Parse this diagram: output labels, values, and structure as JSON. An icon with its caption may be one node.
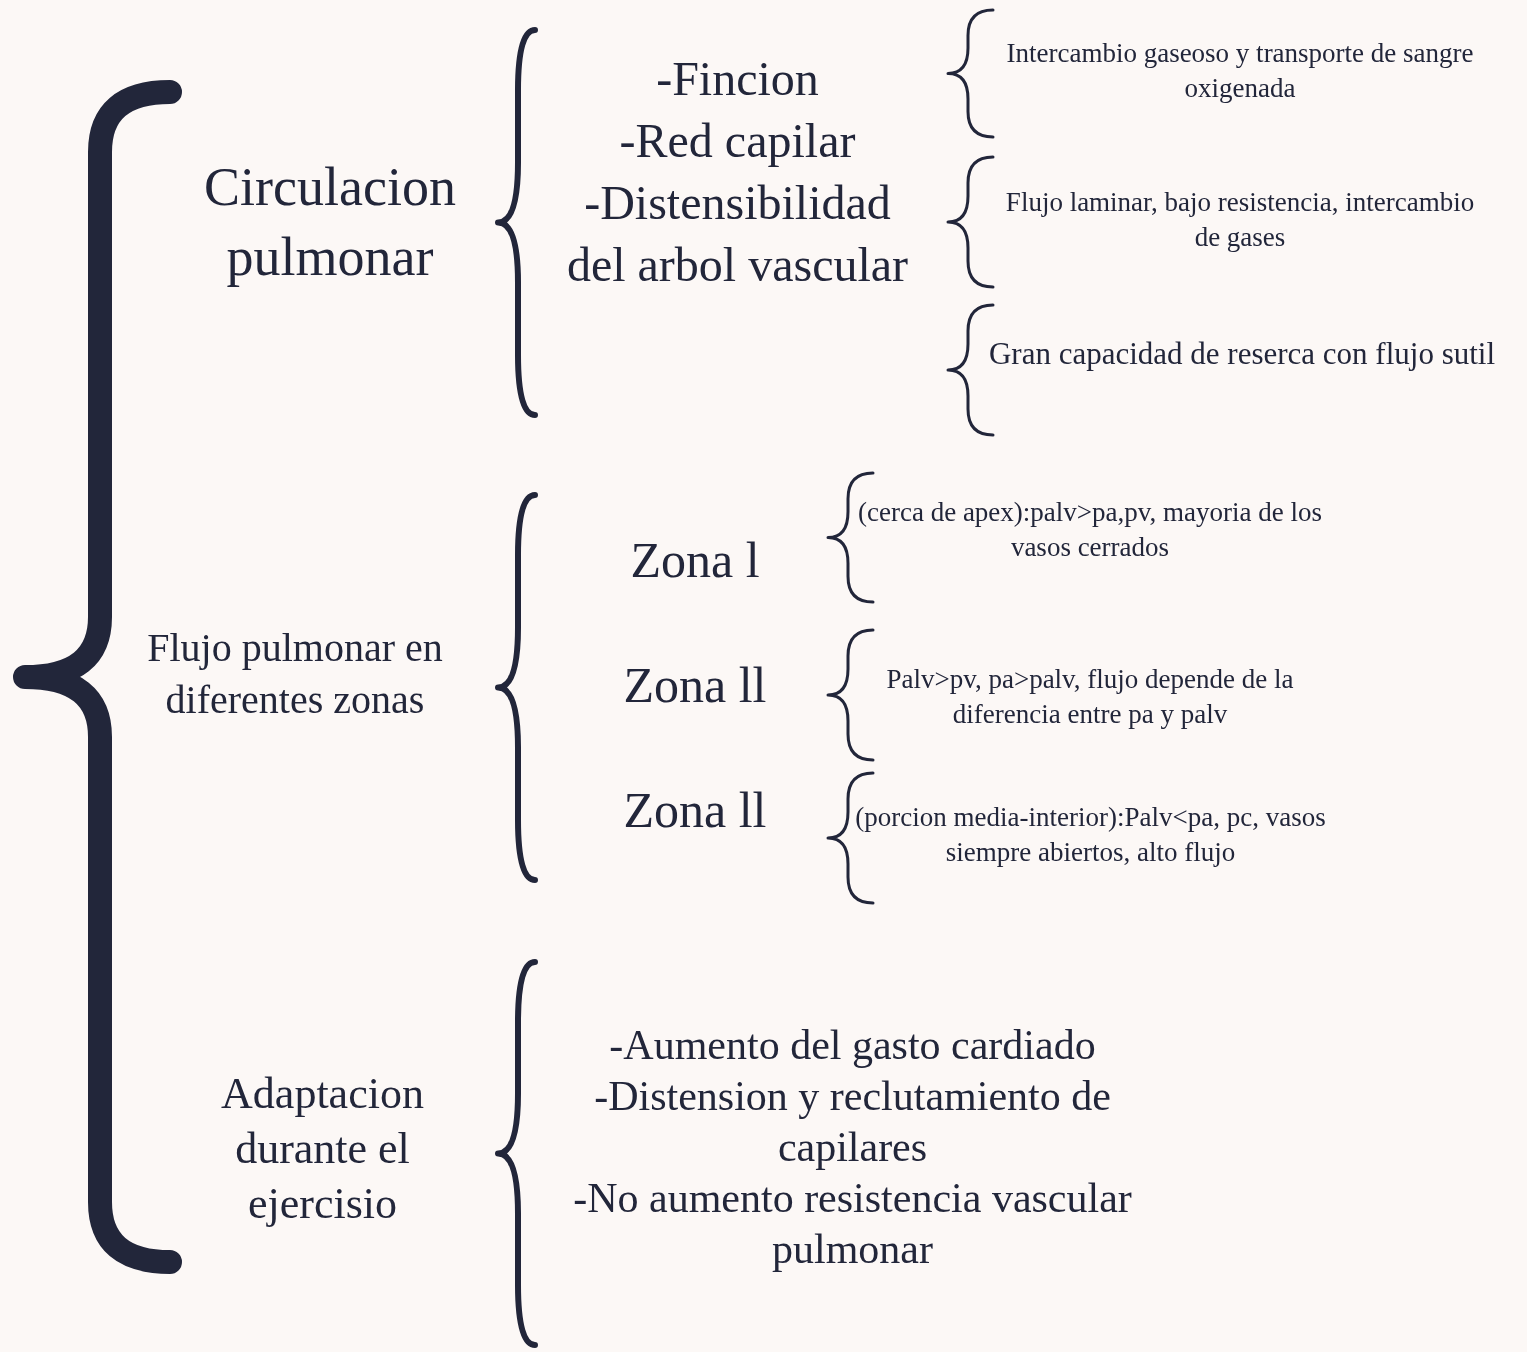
{
  "diagram": {
    "labels": [
      "Circulacion pulmonar",
      "-Fincion",
      "-Red capilar",
      "-Distensibilidad del arbol vascular",
      "Intercambio gaseoso y transporte de sangre oxigenada",
      "Flujo laminar, bajo resistencia, intercambio de gases",
      "Gran capacidad de reserca con flujo sutil",
      "Flujo pulmonar en diferentes zonas",
      "Zona l",
      "(cerca de apex):palv>pa,pv, mayoria de los vasos cerrados",
      "Zona ll",
      "Palv>pv, pa>palv, flujo depende de la diferencia entre pa y palv",
      "Zona ll",
      "(porcion media-interior):Palv<pa, pc, vasos siempre abiertos, alto flujo",
      "Adaptacion durante el ejercisio",
      "-Aumento del gasto cardiado",
      "-Distension y reclutamiento de capilares",
      "-No aumento resistencia vascular pulmonar"
    ]
  }
}
